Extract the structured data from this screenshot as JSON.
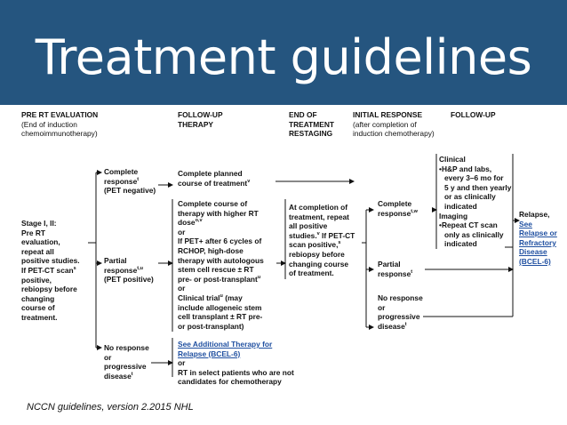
{
  "title": "Treatment guidelines",
  "caption": "NCCN guidelines, version 2.2015 NHL",
  "colors": {
    "banner": "#25557f",
    "link": "#1f4fa0"
  },
  "headers": {
    "pre_rt": [
      "PRE RT EVALUATION",
      "(End of induction",
      "chemoimmunotherapy)"
    ],
    "follow_up_therapy": [
      "FOLLOW-UP",
      "THERAPY"
    ],
    "end_treatment": [
      "END OF",
      "TREATMENT",
      "RESTAGING"
    ],
    "initial_response": [
      "INITIAL RESPONSE",
      "(after completion of",
      "induction chemotherapy)"
    ],
    "follow_up": "FOLLOW-UP"
  },
  "stage": [
    "Stage I, II:",
    "Pre RT",
    "evaluation,",
    "repeat all",
    "positive studies.",
    "If PET-CT scan",
    "positive,",
    "rebiopsy before",
    "changing",
    "course of",
    "treatment."
  ],
  "stage_sup": "s",
  "responses": {
    "complete": [
      "Complete",
      "response",
      "(PET negative)"
    ],
    "complete_sup": "t",
    "partial": [
      "Partial",
      "response",
      "(PET positive)"
    ],
    "partial_sup": "t,u",
    "noresp": [
      "No response",
      "or",
      "progressive",
      "disease"
    ],
    "noresp_sup": "t"
  },
  "therapy": {
    "complete_planned": [
      "Complete planned",
      "course of treatment"
    ],
    "complete_planned_sup": "v",
    "partial": [
      "Complete course of",
      "therapy with higher RT",
      "dose",
      "or",
      "If PET+ after 6 cycles of",
      "RCHOP, high-dose",
      "therapy with autologous",
      "stem cell rescue ± RT",
      "pre- or post-transplant",
      "or",
      "Clinical trial",
      "include allogeneic stem",
      "cell transplant ± RT pre-",
      "or post-transplant)"
    ],
    "partial_sups": [
      "o,v",
      "u",
      "u",
      "(may"
    ],
    "noresp_link": [
      "See Additional Therapy for",
      "Relapse (BCEL-6)"
    ],
    "noresp_rest": [
      "or",
      "RT in select patients who are not",
      "candidates for chemotherapy"
    ]
  },
  "restaging": [
    "At completion of",
    "treatment, repeat",
    "all positive",
    "studies.",
    "If PET-CT",
    "scan positive,",
    "rebiopsy before",
    "changing course",
    "of treatment."
  ],
  "restaging_sups": [
    "v",
    "s"
  ],
  "initial": {
    "complete": [
      "Complete",
      "response"
    ],
    "complete_sup": "t,w",
    "partial": [
      "Partial",
      "response"
    ],
    "partial_sup": "t",
    "noresp": [
      "No response",
      "or",
      "progressive",
      "disease"
    ],
    "noresp_sup": "t"
  },
  "followup": {
    "clinical": "Clinical",
    "clinical_items": [
      "H&P and labs,",
      "every 3–6 mo for",
      "5 y and then yearly",
      "or as clinically",
      "indicated"
    ],
    "imaging": "Imaging",
    "imaging_items": [
      "Repeat CT scan",
      "only as clinically",
      "indicated"
    ]
  },
  "relapse": {
    "label": "Relapse,",
    "link": [
      "See",
      "Relapse or",
      "Refractory",
      "Disease",
      "(BCEL-6)"
    ]
  }
}
